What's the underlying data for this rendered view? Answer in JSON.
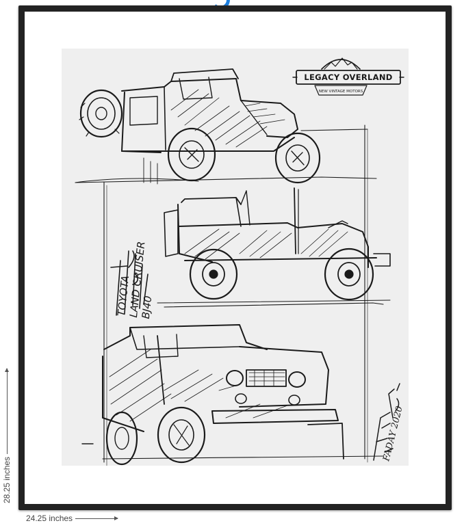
{
  "artwork": {
    "logo_text": "LEGACY OVERLAND",
    "logo_subtext": "NEW VINTAGE MOTORS",
    "handwritten_title_line1": "TOYOTA",
    "handwritten_title_line2": "LAND CRUISER",
    "handwritten_title_line3": "BJ40",
    "signature": "FADAY 2020"
  },
  "dimensions": {
    "width_label": "24.25 inches",
    "height_label": "28.25 inches"
  },
  "colors": {
    "frame": "#232323",
    "mat": "#ffffff",
    "paper": "#efefef",
    "ink": "#1a1a1a"
  }
}
